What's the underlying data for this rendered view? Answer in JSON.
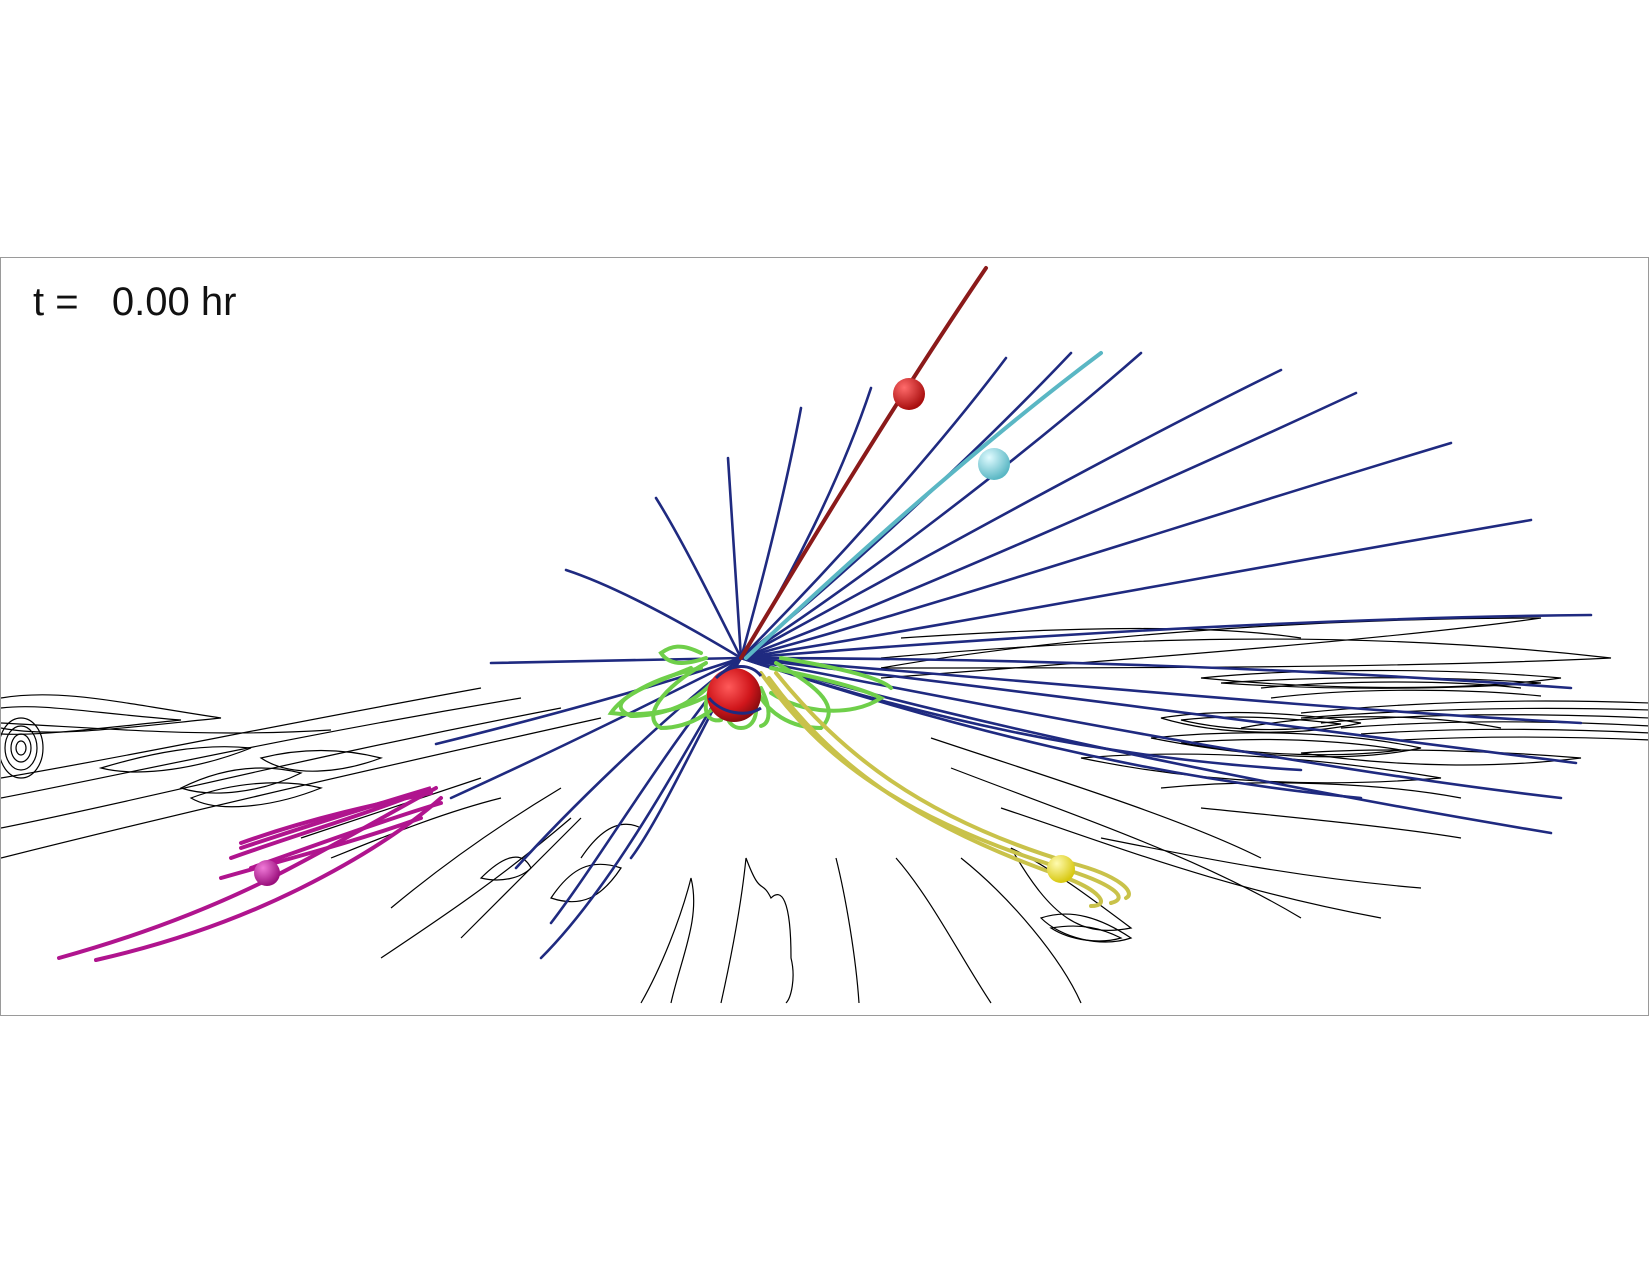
{
  "time_label": "t =   0.00 hr",
  "colors": {
    "open_field_lines": "#1f2a80",
    "closed_loops": "#6fcf4a",
    "background_contours": "#000000",
    "planet": "#d0161b",
    "red_tracer": "#8b1a1a",
    "cyan_tracer": "#5ab7c4",
    "yellow_tracer": "#c9c24a",
    "magenta_tracer": "#b0148e"
  },
  "markers": [
    {
      "name": "red-marker",
      "color": "#cc1a1a"
    },
    {
      "name": "cyan-marker",
      "color": "#8ed4de"
    },
    {
      "name": "yellow-marker",
      "color": "#f0e438"
    },
    {
      "name": "magenta-marker",
      "color": "#c020a0"
    }
  ]
}
